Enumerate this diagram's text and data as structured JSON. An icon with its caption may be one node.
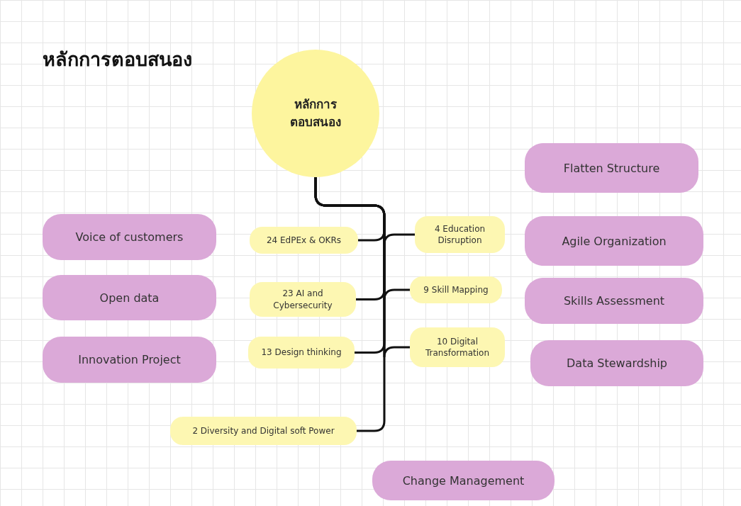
{
  "diagram": {
    "title": "หลักการตอบสนอง",
    "nodes": [
      {
        "text": [
          "หลักการตอบสนอง"
        ]
      },
      {
        "text": [
          "Flatten Structure"
        ]
      },
      {
        "text": [
          "Voice of customers"
        ]
      },
      {
        "text": [
          "24 EdPEx & OKRs"
        ]
      },
      {
        "text": [
          "4 Education Disruption"
        ]
      },
      {
        "text": [
          "Agile Organization"
        ]
      },
      {
        "text": [
          "Open data"
        ]
      },
      {
        "text": [
          "23 AI and Cybersecurity"
        ]
      },
      {
        "text": [
          "9 Skill Mapping"
        ]
      },
      {
        "text": [
          "Skills Assessment"
        ]
      },
      {
        "text": [
          "Innovation Project"
        ]
      },
      {
        "text": [
          "13 Design thinking"
        ]
      },
      {
        "text": [
          "10 Digital Transformation"
        ]
      },
      {
        "text": [
          "Data Stewardship"
        ]
      },
      {
        "text": [
          "2 Diversity and Digital soft Power"
        ]
      },
      {
        "text": [
          "Change Management"
        ]
      }
    ],
    "edges": [
      {
        "from": 0,
        "to": 3,
        "arrow": "none"
      },
      {
        "from": 0,
        "to": 4,
        "arrow": "none"
      },
      {
        "from": 0,
        "to": 7,
        "arrow": "none"
      },
      {
        "from": 0,
        "to": 8,
        "arrow": "none"
      },
      {
        "from": 0,
        "to": 11,
        "arrow": "none"
      },
      {
        "from": 0,
        "to": 12,
        "arrow": "none"
      },
      {
        "from": 0,
        "to": 14,
        "arrow": "none"
      }
    ]
  }
}
